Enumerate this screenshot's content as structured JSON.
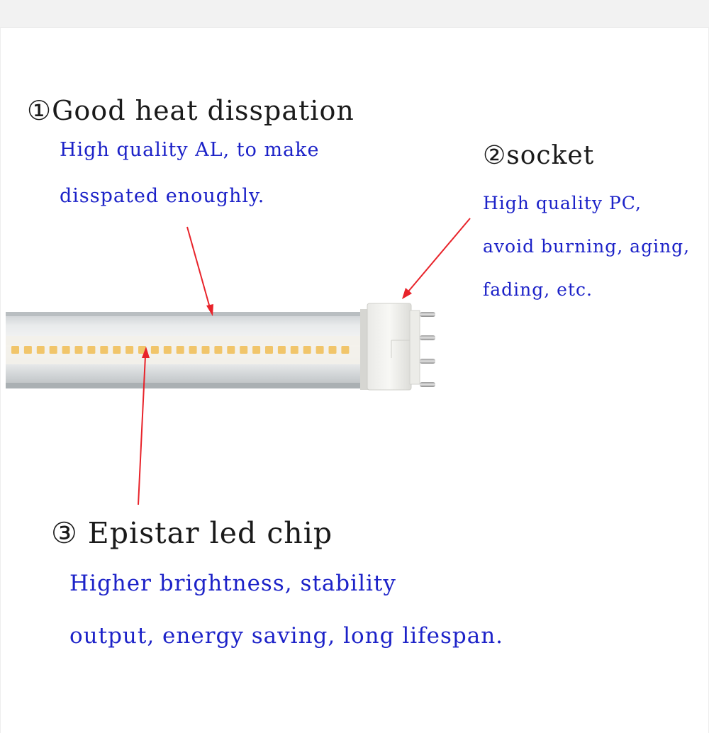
{
  "colors": {
    "heading": "#1a1a1a",
    "description": "#1c22c8",
    "arrow": "#e8232a",
    "led_chip": "#f1c56a"
  },
  "features": [
    {
      "marker": "①",
      "title": "Good heat disspation",
      "lines": [
        "High quality AL, to make",
        "disspated enoughly."
      ]
    },
    {
      "marker": "②",
      "title": "socket",
      "lines": [
        "High quality PC,",
        "avoid burning, aging,",
        "fading, etc."
      ]
    },
    {
      "marker": "③",
      "title": " Epistar led chip",
      "lines": [
        "Higher brightness, stability",
        "output, energy saving, long lifespan."
      ]
    }
  ]
}
